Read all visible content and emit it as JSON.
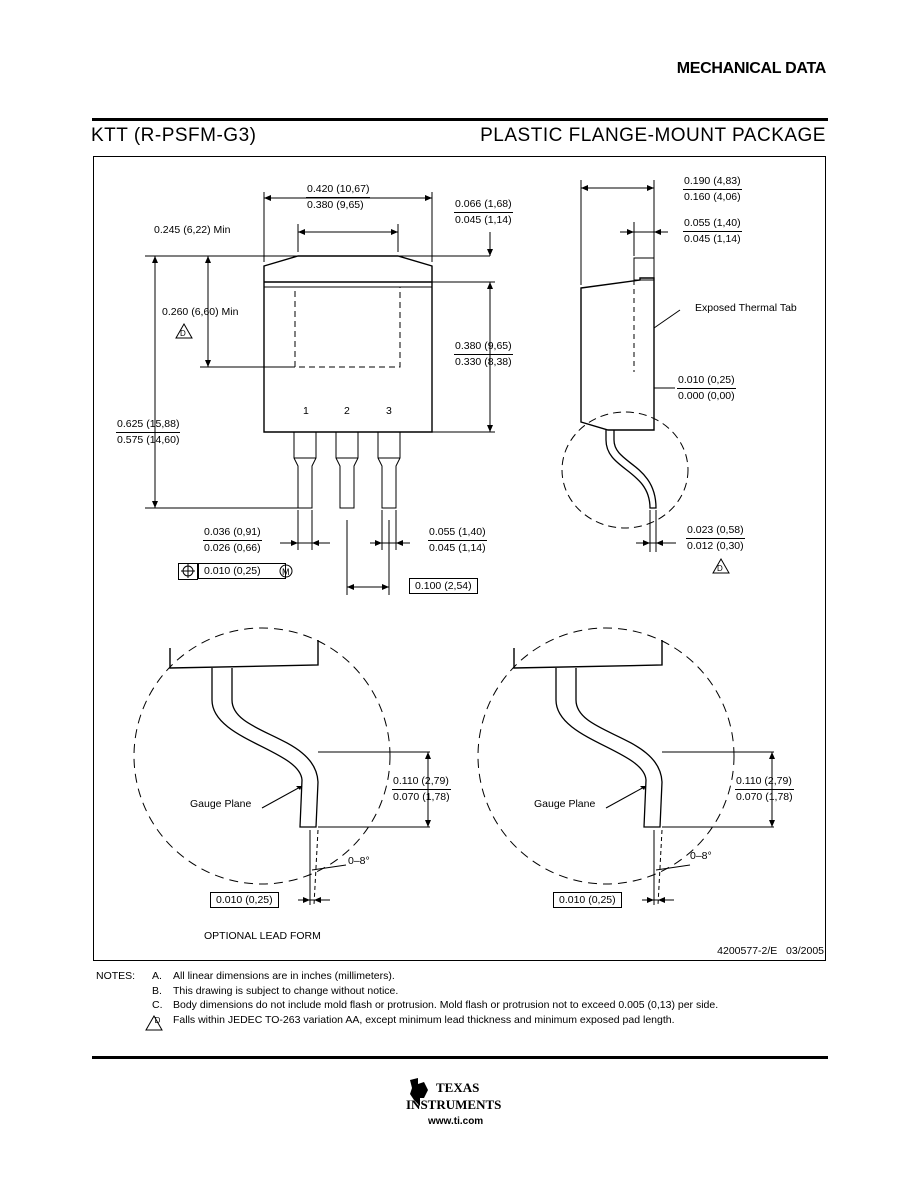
{
  "header": {
    "section": "MECHANICAL DATA"
  },
  "title": {
    "package_code": "KTT (R-PSFM-G3)",
    "package_name": "PLASTIC FLANGE-MOUNT PACKAGE"
  },
  "top_view": {
    "width": {
      "max": "0.420 (10,67)",
      "min": "0.380 (9,65)"
    },
    "tab_width_min": "0.245 (6,22) Min",
    "tab_top": {
      "max": "0.066 (1,68)",
      "min": "0.045 (1,14)"
    },
    "tab_len_min": "0.260 (6,60) Min",
    "body_len": {
      "max": "0.380 (9,65)",
      "min": "0.330 (8,38)"
    },
    "total_len": {
      "max": "0.625 (15,88)",
      "min": "0.575 (14,60)"
    },
    "pins": [
      "1",
      "2",
      "3"
    ],
    "lead_width": {
      "max": "0.036 (0,91)",
      "min": "0.026 (0,66)"
    },
    "lead_shoulder": {
      "max": "0.055 (1,40)",
      "min": "0.045 (1,14)"
    },
    "position_tol": "0.010 (0,25)",
    "pitch": "0.100 (2,54)",
    "note_flag": "D"
  },
  "side_view": {
    "height": {
      "max": "0.190 (4,83)",
      "min": "0.160 (4,06)"
    },
    "tab_thk": {
      "max": "0.055 (1,40)",
      "min": "0.045 (1,14)"
    },
    "thermal_tab_label": "Exposed Thermal Tab",
    "standoff": {
      "max": "0.010 (0,25)",
      "min": "0.000 (0,00)"
    },
    "lead_thk": {
      "max": "0.023 (0,58)",
      "min": "0.012 (0,30)"
    }
  },
  "detail_views": [
    {
      "gauge_label": "Gauge Plane",
      "height": {
        "max": "0.110 (2,79)",
        "min": "0.070 (1,78)"
      },
      "angle": "0–8°",
      "gauge": "0.010 (0,25)",
      "caption": "OPTIONAL LEAD FORM"
    },
    {
      "gauge_label": "Gauge Plane",
      "height": {
        "max": "0.110 (2,79)",
        "min": "0.070 (1,78)"
      },
      "angle": "0–8°",
      "gauge": "0.010 (0,25)"
    }
  ],
  "drawing_number": "4200577-2/E   03/2005",
  "notes": {
    "heading": "NOTES:",
    "items": [
      {
        "key": "A.",
        "text": "All linear dimensions are in inches (millimeters)."
      },
      {
        "key": "B.",
        "text": "This drawing is subject to change without notice."
      },
      {
        "key": "C.",
        "text": "Body dimensions do not include mold flash or protrusion.  Mold flash or protrusion not to exceed 0.005 (0,13) per side."
      },
      {
        "key": "D",
        "text": "Falls within JEDEC TO-263 variation AA, except minimum lead thickness and minimum exposed pad length."
      }
    ]
  },
  "footer": {
    "brand_line1": "TEXAS",
    "brand_line2": "INSTRUMENTS",
    "url": "www.ti.com"
  }
}
